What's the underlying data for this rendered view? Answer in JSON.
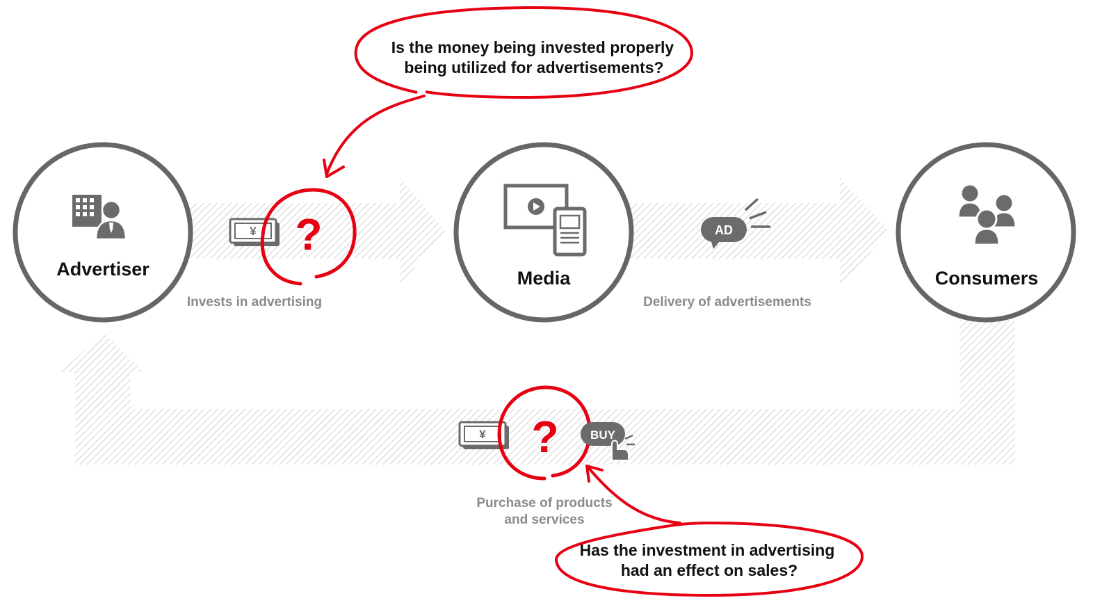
{
  "colors": {
    "accent": "#e60012",
    "node_stroke": "#666666",
    "icon": "#6b6b6b",
    "hatch": "#d4d4d4",
    "flow_label": "#8a8a8a"
  },
  "nodes": {
    "advertiser": {
      "label": "Advertiser",
      "icon": "building-person-icon"
    },
    "media": {
      "label": "Media",
      "icon": "video-and-phone-icon"
    },
    "consumers": {
      "label": "Consumers",
      "icon": "group-of-people-icon"
    }
  },
  "flows": {
    "invest": {
      "label": "Invests in advertising",
      "icon": "yen-banknote-icon"
    },
    "delivery": {
      "label": "Delivery of advertisements",
      "icon": "ad-speech-bubble-icon",
      "badge": "AD"
    },
    "purchase": {
      "label_line1": "Purchase of products",
      "label_line2": "and services",
      "icon": "yen-banknote-icon",
      "badge": "BUY"
    }
  },
  "question_marks": {
    "top": "?",
    "bottom": "?"
  },
  "currency_symbol": "¥",
  "bubbles": {
    "top": {
      "line1": "Is the money being invested properly",
      "line2": "being utilized for advertisements?"
    },
    "bottom": {
      "line1": "Has the investment in advertising",
      "line2": "had an effect on sales?"
    }
  }
}
